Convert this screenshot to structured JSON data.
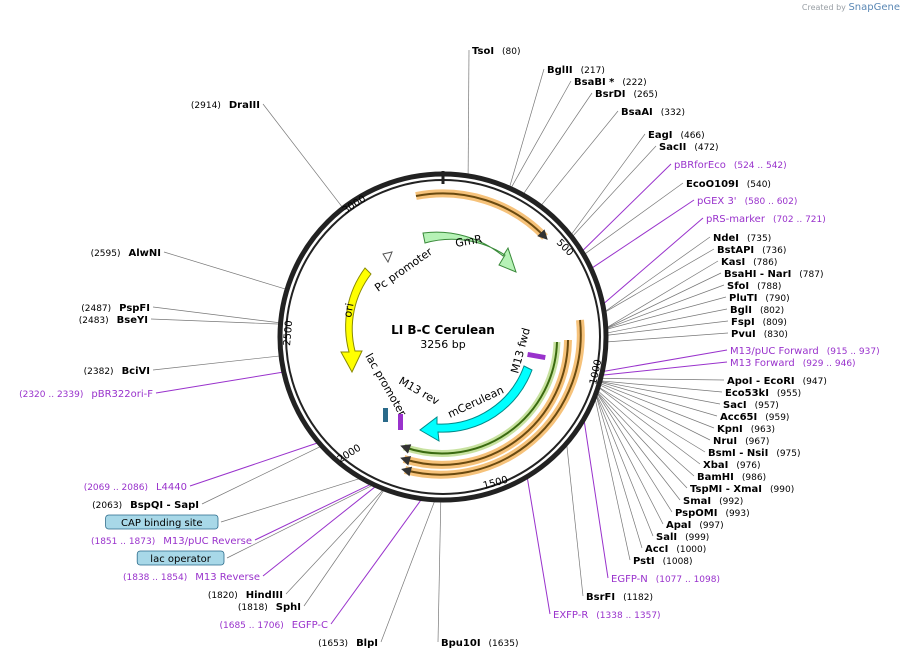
{
  "credit": {
    "prefix": "Created by",
    "brand": "SnapGene"
  },
  "plasmid": {
    "name": "LI B-C Cerulean",
    "size_label": "3256 bp",
    "length": 3256
  },
  "colors": {
    "primer": "#9932cc",
    "enzyme": "#000000",
    "backbone": "#222222"
  },
  "ticks": [
    "500",
    "1000",
    "1500",
    "2000",
    "2500",
    "3000"
  ],
  "features": [
    {
      "name": "GmR",
      "color": "#b6f2b6",
      "stroke": "#3a8a3a"
    },
    {
      "name": "ori",
      "color": "#ffff00",
      "stroke": "#8a8a00"
    },
    {
      "name": "mCerulean",
      "color": "#00ffff",
      "stroke": "#008a8a"
    },
    {
      "name": "Pc promoter"
    },
    {
      "name": "lac promoter"
    },
    {
      "name": "M13 rev"
    },
    {
      "name": "M13 fwd"
    }
  ],
  "enzymes": [
    {
      "name": "TsoI",
      "pos": "(80)"
    },
    {
      "name": "BglII",
      "pos": "(217)"
    },
    {
      "name": "BsaBI *",
      "pos": "(222)"
    },
    {
      "name": "BsrDI",
      "pos": "(265)"
    },
    {
      "name": "BsaAI",
      "pos": "(332)"
    },
    {
      "name": "EagI",
      "pos": "(466)"
    },
    {
      "name": "SacII",
      "pos": "(472)"
    },
    {
      "name": "EcoO109I",
      "pos": "(540)"
    },
    {
      "name": "NdeI",
      "pos": "(735)"
    },
    {
      "name": "BstAPI",
      "pos": "(736)"
    },
    {
      "name": "KasI",
      "pos": "(786)"
    },
    {
      "name": "BsaHI  - NarI",
      "pos": "(787)"
    },
    {
      "name": "SfoI",
      "pos": "(788)"
    },
    {
      "name": "PluTI",
      "pos": "(790)"
    },
    {
      "name": "BglI",
      "pos": "(802)"
    },
    {
      "name": "FspI",
      "pos": "(809)"
    },
    {
      "name": "PvuI",
      "pos": "(830)"
    },
    {
      "name": "ApoI  - EcoRI",
      "pos": "(947)"
    },
    {
      "name": "Eco53kI",
      "pos": "(955)"
    },
    {
      "name": "SacI",
      "pos": "(957)"
    },
    {
      "name": "Acc65I",
      "pos": "(959)"
    },
    {
      "name": "KpnI",
      "pos": "(963)"
    },
    {
      "name": "NruI",
      "pos": "(967)"
    },
    {
      "name": "BsmI  - NsiI",
      "pos": "(975)"
    },
    {
      "name": "XbaI",
      "pos": "(976)"
    },
    {
      "name": "BamHI",
      "pos": "(986)"
    },
    {
      "name": "TspMI  - XmaI",
      "pos": "(990)"
    },
    {
      "name": "SmaI",
      "pos": "(992)"
    },
    {
      "name": "PspOMI",
      "pos": "(993)"
    },
    {
      "name": "ApaI",
      "pos": "(997)"
    },
    {
      "name": "SalI",
      "pos": "(999)"
    },
    {
      "name": "AccI",
      "pos": "(1000)"
    },
    {
      "name": "PstI",
      "pos": "(1008)"
    },
    {
      "name": "BsrFI",
      "pos": "(1182)"
    },
    {
      "name": "Bpu10I",
      "pos": "(1635)"
    },
    {
      "name": "BlpI",
      "pos": "(1653)"
    },
    {
      "name": "SphI",
      "pos": "(1818)"
    },
    {
      "name": "HindIII",
      "pos": "(1820)"
    },
    {
      "name": "BspQI  - SapI",
      "pos": "(2063)"
    },
    {
      "name": "BciVI",
      "pos": "(2382)"
    },
    {
      "name": "BseYI",
      "pos": "(2483)"
    },
    {
      "name": "PspFI",
      "pos": "(2487)"
    },
    {
      "name": "AlwNI",
      "pos": "(2595)"
    },
    {
      "name": "DraIII",
      "pos": "(2914)"
    }
  ],
  "primers": [
    {
      "name": "pBRforEco",
      "range": "(524 .. 542)"
    },
    {
      "name": "pGEX 3'",
      "range": "(580 .. 602)"
    },
    {
      "name": "pRS-marker",
      "range": "(702 .. 721)"
    },
    {
      "name": "M13/pUC Forward",
      "range": "(915 .. 937)"
    },
    {
      "name": "M13 Forward",
      "range": "(929 .. 946)"
    },
    {
      "name": "EGFP-N",
      "range": "(1077 .. 1098)"
    },
    {
      "name": "EXFP-R",
      "range": "(1338 .. 1357)"
    },
    {
      "name": "EGFP-C",
      "range": "(1685 .. 1706)"
    },
    {
      "name": "M13 Reverse",
      "range": "(1838 .. 1854)"
    },
    {
      "name": "M13/pUC Reverse",
      "range": "(1851 .. 1873)"
    },
    {
      "name": "L4440",
      "range": "(2069 .. 2086)"
    },
    {
      "name": "pBR322ori-F",
      "range": "(2320 .. 2339)"
    }
  ],
  "boxed": [
    {
      "name": "CAP binding site"
    },
    {
      "name": "lac operator"
    }
  ]
}
